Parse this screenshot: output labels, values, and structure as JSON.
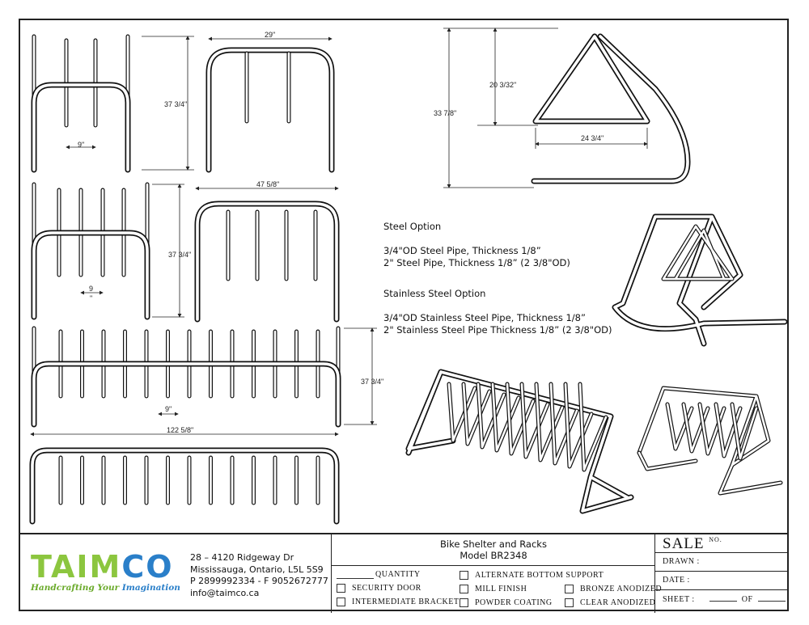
{
  "dimensions": {
    "rack1_spacing": "9\"",
    "rack1_width": "29\"",
    "rack1_height": "37 3/4\"",
    "rack2_spacing_a": "9",
    "rack2_spacing_b": "\"",
    "rack2_width": "47 5/8\"",
    "rack2_height": "37 3/4\"",
    "rack3_spacing": "9\"",
    "rack3_height": "37 3/4\"",
    "rack3_width": "122 5/8\"",
    "triangle_height": "33 7/8\"",
    "triangle_inner_height": "20 3/32\"",
    "triangle_base": "24 3/4\""
  },
  "notes": {
    "steel_heading": "Steel Option",
    "steel_line1": "3/4\"OD Steel Pipe, Thickness 1/8”",
    "steel_line2": "2\" Steel Pipe, Thickness 1/8” (2 3/8\"OD)",
    "stainless_heading": "Stainless Steel Option",
    "stainless_line1": "3/4\"OD Stainless Steel Pipe, Thickness 1/8”",
    "stainless_line2": "2\" Stainless Steel Pipe Thickness 1/8” (2 3/8\"OD)"
  },
  "title_block": {
    "logo_text": "TAIMCO",
    "tagline_a": "Handcrafting Your",
    "tagline_b": "Imagination",
    "address1": "28 – 4120 Ridgeway Dr",
    "address2": "Mississauga, Ontario, L5L 5S9",
    "phone": "P 2899992334 - F 9052672777",
    "email": "info@taimco.ca",
    "title": "Bike Shelter and Racks",
    "model": "Model BR2348",
    "quantity": "QUANTITY",
    "options": {
      "security_door": "SECURITY DOOR",
      "intermediate_bracket": "INTERMEDIATE BRACKET",
      "alternate_bottom": "ALTERNATE BOTTOM SUPPORT",
      "mill_finish": "MILL FINISH",
      "powder_coating": "POWDER COATING",
      "bronze_anodized": "BRONZE ANODIZED",
      "clear_anodized": "CLEAR ANODIZED"
    },
    "sale": "SALE",
    "sale_no": "NO.",
    "drawn": "DRAWN :",
    "date": "DATE :",
    "sheet": "SHEET :",
    "of": "OF"
  },
  "colors": {
    "logo_green": "#8cc63f",
    "logo_blue": "#2a7fc9"
  }
}
